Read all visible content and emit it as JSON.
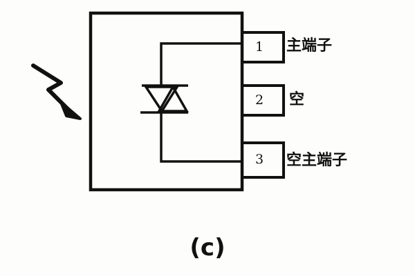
{
  "pins": [
    {
      "number": "1",
      "label": "主端子"
    },
    {
      "number": "2",
      "label": "空"
    },
    {
      "number": "3",
      "label": "空主端子"
    }
  ],
  "caption": "(c)",
  "colors": {
    "ink": "#111111",
    "paper": "#fdfdfb"
  },
  "icons": {
    "light": "lightning-arrow-icon",
    "device": "triac-symbol-icon"
  }
}
